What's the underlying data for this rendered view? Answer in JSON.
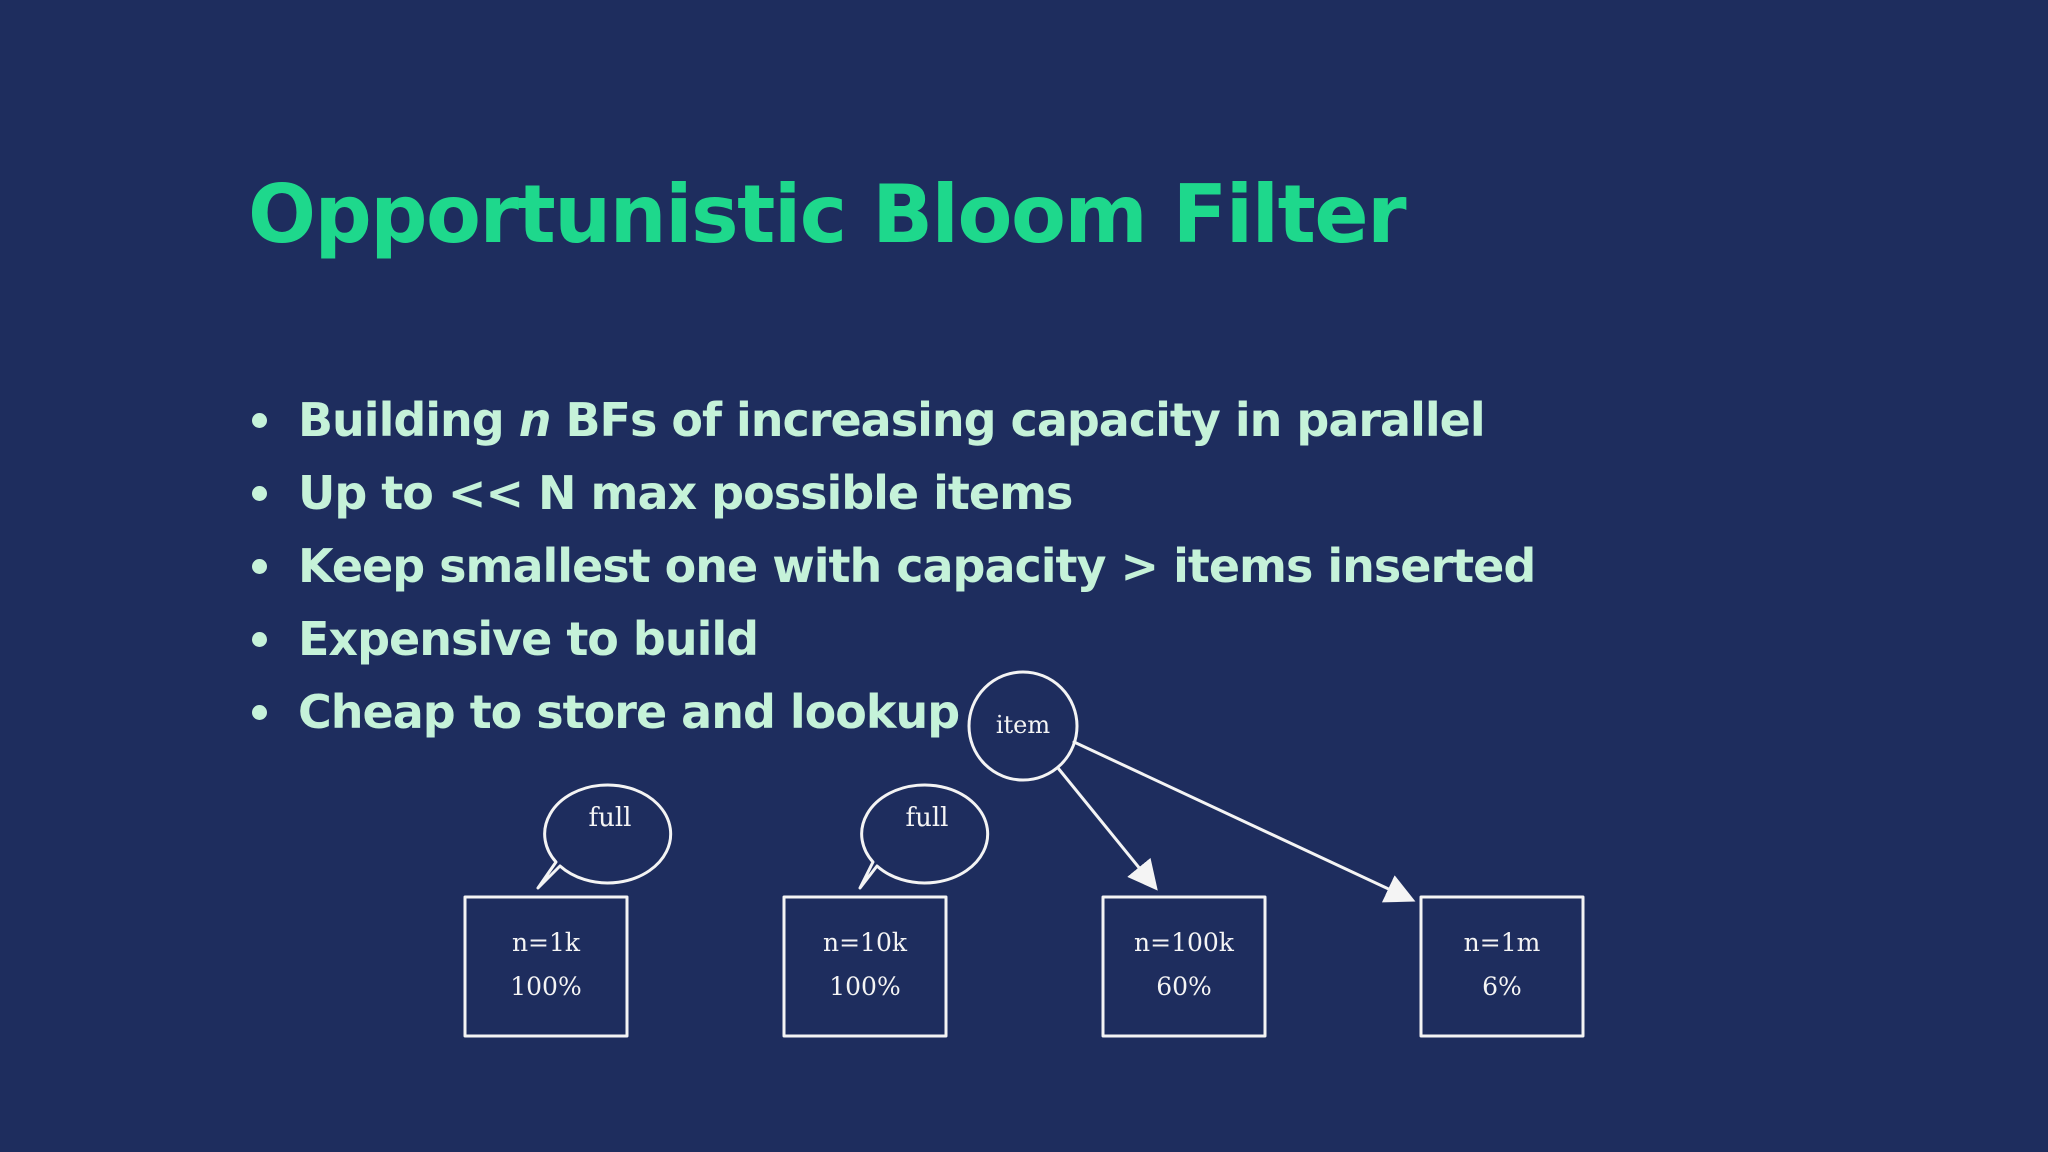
{
  "slide": {
    "title": "Opportunistic Bloom Filter",
    "bullets": [
      {
        "before": "Building ",
        "emphasis": "n",
        "after": " BFs of increasing capacity in parallel"
      },
      {
        "before": "Up to << N max possible items",
        "emphasis": "",
        "after": ""
      },
      {
        "before": "Keep smallest one with capacity > items inserted",
        "emphasis": "",
        "after": ""
      },
      {
        "before": "Expensive to build",
        "emphasis": "",
        "after": ""
      },
      {
        "before": "Cheap to store and lookup",
        "emphasis": "",
        "after": ""
      }
    ]
  },
  "diagram": {
    "item_label": "item",
    "filters": [
      {
        "capacity": "n=1k",
        "fill": "100%",
        "speech": "full"
      },
      {
        "capacity": "n=10k",
        "fill": "100%",
        "speech": "full"
      },
      {
        "capacity": "n=100k",
        "fill": "60%",
        "speech": ""
      },
      {
        "capacity": "n=1m",
        "fill": "6%",
        "speech": ""
      }
    ],
    "colors": {
      "background": "#1e2d5e",
      "title": "#1ed88c",
      "text": "#c5f2d9",
      "sketch": "#f4f4f4"
    }
  }
}
